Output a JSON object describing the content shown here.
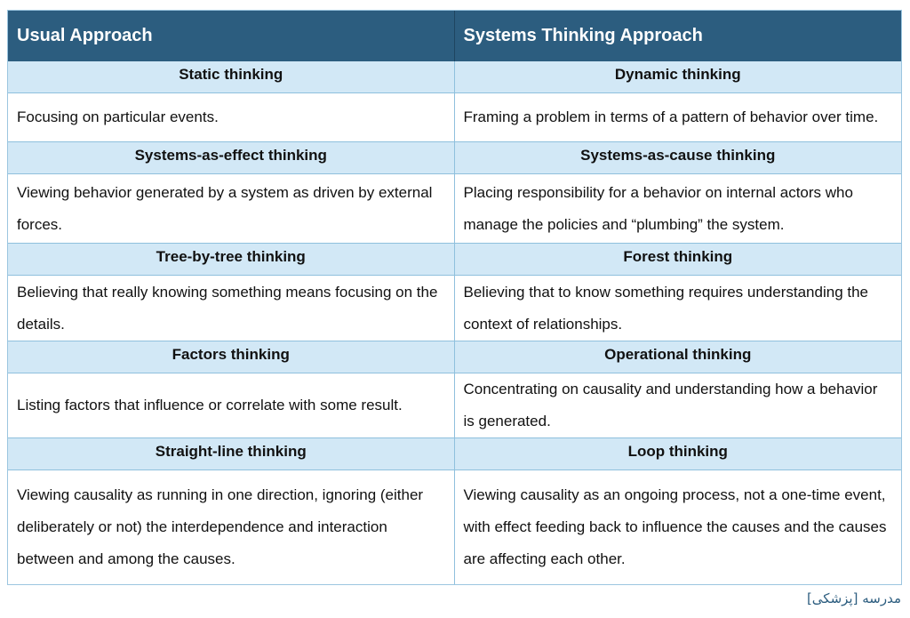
{
  "table": {
    "header": {
      "left": "Usual Approach",
      "right": "Systems Thinking Approach"
    },
    "rows": [
      {
        "left_title": "Static thinking",
        "right_title": "Dynamic thinking",
        "left_text": "Focusing on particular events.",
        "right_text": "Framing a problem in terms of a pattern of behavior over time."
      },
      {
        "left_title": "Systems-as-effect thinking",
        "right_title": "Systems-as-cause thinking",
        "left_text": "Viewing behavior generated by a system as driven by external forces.",
        "right_text": "Placing responsibility for a behavior on internal actors who manage the policies and “plumbing” the system."
      },
      {
        "left_title": "Tree-by-tree thinking",
        "right_title": "Forest thinking",
        "left_text": "Believing that really knowing something means focusing on the details.",
        "right_text": "Believing that to know something requires understanding the context of relationships."
      },
      {
        "left_title": "Factors thinking",
        "right_title": "Operational thinking",
        "left_text": "Listing factors that influence or correlate with some result.",
        "right_text": "Concentrating on causality and understanding how a behavior is generated."
      },
      {
        "left_title": "Straight-line thinking",
        "right_title": "Loop thinking",
        "left_text": "Viewing causality as running in one direction, ignoring (either deliberately or not) the interdependence and interaction between and among the causes.",
        "right_text": "Viewing causality as an ongoing process, not a one-time event, with effect feeding back to influence the causes and the causes are affecting each other."
      }
    ]
  },
  "watermark": "مدرسه [پزشکی]",
  "colors": {
    "header_bg": "#2c5d7f",
    "subheader_bg": "#d2e8f6",
    "border": "#8fc0dd"
  }
}
